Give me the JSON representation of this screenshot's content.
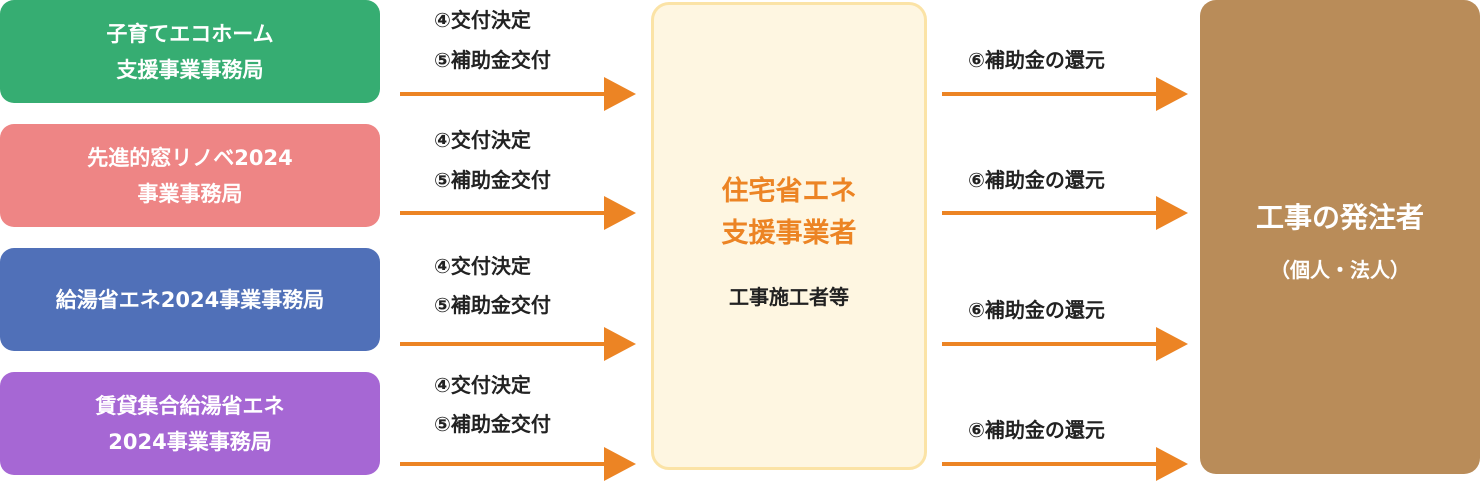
{
  "offices": [
    {
      "line1": "子育てエコホーム",
      "line2": "支援事業事務局",
      "color": "#36ad72"
    },
    {
      "line1": "先進的窓リノベ2024",
      "line2": "事業事務局",
      "color": "#ee8585"
    },
    {
      "line1": "給湯省エネ2024事業事務局",
      "line2": "",
      "color": "#5070b8"
    },
    {
      "line1": "賃貸集合給湯省エネ",
      "line2": "2024事業事務局",
      "color": "#a667d4"
    }
  ],
  "left_labels": {
    "step4": "④交付決定",
    "step5": "⑤補助金交付"
  },
  "right_label": "⑥補助金の還元",
  "center": {
    "title_line1": "住宅省エネ",
    "title_line2": "支援事業者",
    "subtitle": "工事施工者等"
  },
  "orderer": {
    "title": "工事の発注者",
    "subtitle": "（個人・法人）"
  },
  "colors": {
    "arrow": "#ec8424",
    "center_fill": "#fef6e1",
    "center_border": "#fbe3a6",
    "orderer_fill": "#b98c59"
  }
}
